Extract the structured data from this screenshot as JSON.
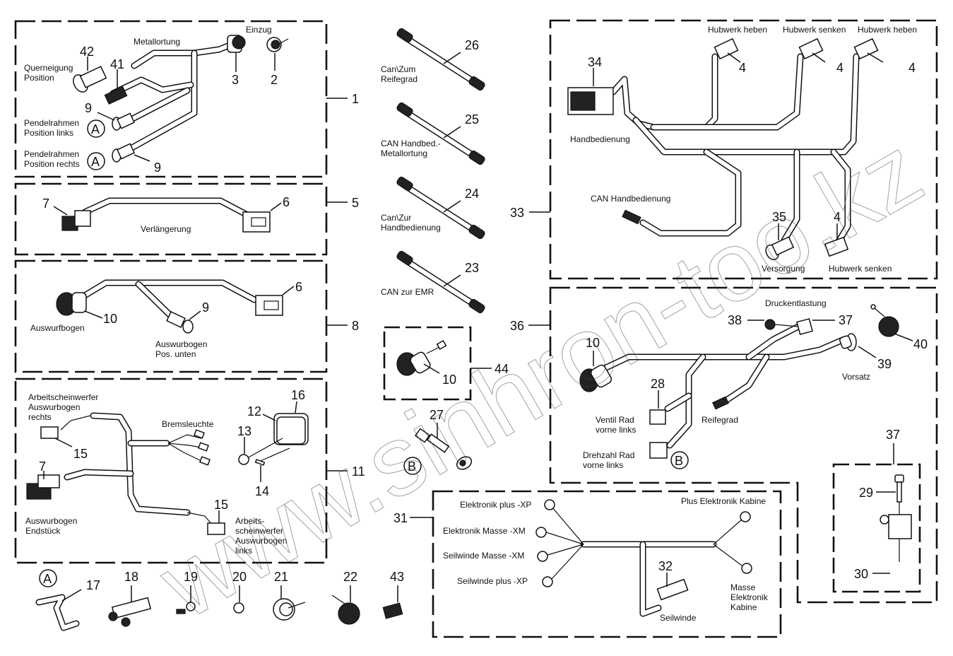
{
  "title": "Kabelbaum Ersatzteilzeichnung",
  "watermark": "www.sinhron-too.kz",
  "groups": {
    "g1": {
      "callout": "1",
      "labels": {
        "metallortung": "Metallortung",
        "einzug": "Einzug",
        "querneigung1": "Querneigung",
        "querneigung2": "Position",
        "pendel_links1": "Pendelrahmen",
        "pendel_links2": "Position links",
        "pendel_rechts1": "Pendelrahmen",
        "pendel_rechts2": "Position rechts"
      },
      "parts": [
        "42",
        "41",
        "3",
        "2",
        "9",
        "9"
      ],
      "markers": [
        "A",
        "A"
      ]
    },
    "g5": {
      "callout": "5",
      "labels": {
        "verlaengerung": "Verlängerung"
      },
      "parts": [
        "7",
        "6"
      ]
    },
    "g8": {
      "callout": "8",
      "labels": {
        "auswurfbogen": "Auswurfbogen",
        "pos_unten1": "Auswurbogen",
        "pos_unten2": "Pos. unten"
      },
      "parts": [
        "10",
        "9",
        "6"
      ]
    },
    "g11": {
      "callout": "11",
      "labels": {
        "aw_rechts1": "Arbeitscheinwerfer",
        "aw_rechts2": "Auswurbogen",
        "aw_rechts3": "rechts",
        "bremsleuchte": "Bremsleuchte",
        "endstueck1": "Auswurbogen",
        "endstueck2": "Endstück",
        "aw_links1": "Arbeits-",
        "aw_links2": "scheinwerfer",
        "aw_links3": "Auswurbogen",
        "aw_links4": "links"
      },
      "parts": [
        "16",
        "12",
        "13",
        "15",
        "7",
        "14",
        "15"
      ]
    },
    "cables": [
      {
        "num": "26",
        "label1": "Can\\Zum",
        "label2": "Reifegrad"
      },
      {
        "num": "25",
        "label1": "CAN Handbed.-",
        "label2": "Metallortung"
      },
      {
        "num": "24",
        "label1": "Can\\Zur",
        "label2": "Handbedienung"
      },
      {
        "num": "23",
        "label1": "CAN zur EMR",
        "label2": ""
      }
    ],
    "g44": {
      "callout": "44",
      "parts": [
        "10"
      ]
    },
    "p27": {
      "num": "27",
      "marker": "B"
    },
    "g33": {
      "callout": "33",
      "labels": {
        "hw_heben_1": "Hubwerk heben",
        "hw_senken_1": "Hubwerk senken",
        "hw_heben_2": "Hubwerk heben",
        "handbedienung": "Handbedienung",
        "can_handbedienung": "CAN Handbedienung",
        "versorgung": "Versorgung",
        "hw_senken_2": "Hubwerk senken"
      },
      "parts": [
        "34",
        "4",
        "4",
        "4",
        "35",
        "4"
      ]
    },
    "g36": {
      "callout": "36",
      "labels": {
        "druckentlastung": "Druckentlastung",
        "vorsatz": "Vorsatz",
        "reifegrad": "Reifegrad",
        "ventil1": "Ventil Rad",
        "ventil2": "vorne links",
        "drehzahl1": "Drehzahl Rad",
        "drehzahl2": "vorne links"
      },
      "parts": [
        "38",
        "37",
        "40",
        "10",
        "39",
        "28"
      ],
      "marker": "B"
    },
    "g37": {
      "callout": "37",
      "parts": [
        "29",
        "30"
      ]
    },
    "g31": {
      "callout": "31",
      "labels": {
        "el_plus": "Elektronik plus -XP",
        "el_masse": "Elektronik Masse -XM",
        "sw_masse": "Seilwinde Masse -XM",
        "sw_plus": "Seilwinde plus -XP",
        "plus_kabine": "Plus Elektronik Kabine",
        "masse_kabine1": "Masse",
        "masse_kabine2": "Elektronik",
        "masse_kabine3": "Kabine",
        "seilwinde": "Seilwinde"
      },
      "parts": [
        "32"
      ]
    },
    "loose": [
      {
        "num": "17",
        "marker": "A"
      },
      {
        "num": "18"
      },
      {
        "num": "19"
      },
      {
        "num": "20"
      },
      {
        "num": "21"
      },
      {
        "num": "22"
      },
      {
        "num": "43"
      }
    ]
  }
}
